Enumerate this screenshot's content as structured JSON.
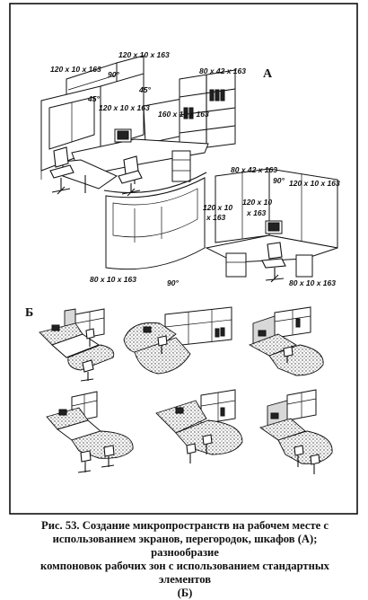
{
  "figure_a": {
    "label": "А",
    "dims": {
      "top_screen": "120 x 10 x 163",
      "left_screen": "120 x 10 x 163",
      "angle_90_top": "90°",
      "angle_45_left": "45°",
      "angle_45_right": "45°",
      "mid_screen": "120 x 10 x 163",
      "desk_screen": "160 x 10 x 163",
      "cabinet": "80 x 42 x 163",
      "r_cabinet": "80 x 42 x 163",
      "r_screen_top": "120 x 10 x 163",
      "r_angle": "90°",
      "r_inner_1a": "120 x 10",
      "r_inner_1b": "x 163",
      "r_inner_2a": "120 x 10",
      "r_inner_2b": "x 163",
      "bottom_left": "80 x 10 x 163",
      "bottom_angle": "90°",
      "bottom_right": "80 x 10 x 163"
    }
  },
  "figure_b": {
    "label": "Б"
  },
  "caption": {
    "line1": "Рис. 53. Создание микропространств на рабочем месте с",
    "line2": "использованием экранов, перегородок, шкафов (А); разнообразие",
    "line3": "компоновок рабочих зон с использованием стандартных элементов",
    "line4": "(Б)"
  }
}
